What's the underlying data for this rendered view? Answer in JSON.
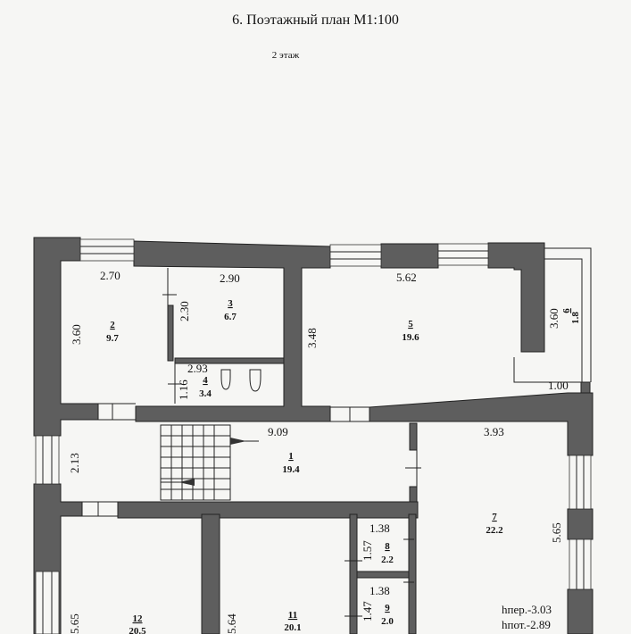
{
  "header": {
    "title": "6.   Поэтажный план М1:100",
    "floor": "2 этаж"
  },
  "dimensions": {
    "d_2_70": "2.70",
    "d_2_90": "2.90",
    "d_5_62": "5.62",
    "d_3_60_left": "3.60",
    "d_2_30": "2.30",
    "d_3_48": "3.48",
    "d_3_60_right": "3.60",
    "d_2_93": "2.93",
    "d_1_16": "1.16",
    "d_1_00": "1.00",
    "d_9_09": "9.09",
    "d_3_93": "3.93",
    "d_2_13": "2.13",
    "d_5_65_right": "5.65",
    "d_1_38_a": "1.38",
    "d_1_57": "1.57",
    "d_1_38_b": "1.38",
    "d_1_47": "1.47",
    "d_5_65_left": "5.65",
    "d_5_64": "5.64"
  },
  "rooms": [
    {
      "num": "2",
      "area": "9.7"
    },
    {
      "num": "3",
      "area": "6.7"
    },
    {
      "num": "4",
      "area": "3.4"
    },
    {
      "num": "5",
      "area": "19.6"
    },
    {
      "num": "6",
      "area": "1.8"
    },
    {
      "num": "1",
      "area": "19.4"
    },
    {
      "num": "7",
      "area": "22.2"
    },
    {
      "num": "8",
      "area": "2.2"
    },
    {
      "num": "9",
      "area": "2.0"
    },
    {
      "num": "11",
      "area": "20.1"
    },
    {
      "num": "12",
      "area": "20.5"
    }
  ],
  "heights": {
    "h_floor": "hпер.-3.03",
    "h_ceiling": "hпот.-2.89"
  },
  "colors": {
    "wall": "#5e5e5e",
    "background": "#f6f6f4"
  }
}
